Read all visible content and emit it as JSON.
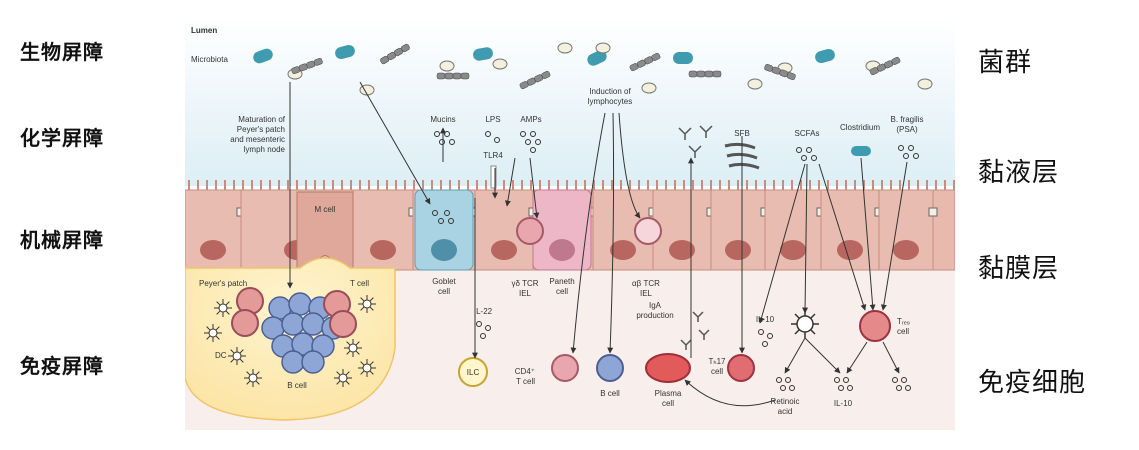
{
  "left_labels": [
    "生物屏障",
    "化学屏障",
    "机械屏障",
    "免疫屏障"
  ],
  "right_labels": [
    "菌群",
    "黏液层",
    "黏膜层",
    "免疫细胞"
  ],
  "diagram": {
    "lumen": "Lumen",
    "microbiota": "Microbiota",
    "maturation": [
      "Maturation of",
      "Peyer's patch",
      "and mesenteric",
      "lymph node"
    ],
    "mucins": "Mucins",
    "lps": "LPS",
    "amps": "AMPs",
    "tlr4": "TLR4",
    "induction": [
      "Induction of",
      "lymphocytes"
    ],
    "sfb": "SFB",
    "scfas": "SCFAs",
    "clostridium": "Clostridium",
    "bfragilis": [
      "B. fragilis",
      "(PSA)"
    ],
    "mcell": "M cell",
    "goblet": [
      "Goblet",
      "cell"
    ],
    "paneth": [
      "Paneth",
      "cell"
    ],
    "iel1": [
      "γδ TCR",
      "IEL"
    ],
    "iel2": [
      "αβ TCR",
      "IEL"
    ],
    "peyers": "Peyer's patch",
    "tcell": "T cell",
    "dc": "DC",
    "bcell_pp": "B cell",
    "il22": "IL-22",
    "ilc": "ILC",
    "cd4": [
      "CD4⁺",
      "T cell"
    ],
    "bcell": "B cell",
    "plasma": [
      "Plasma",
      "cell"
    ],
    "iga": [
      "IgA",
      "production"
    ],
    "th17": [
      "Tₕ17",
      "cell"
    ],
    "il10a": "IL-10",
    "treg": [
      "Tᵣₑ₉",
      "cell"
    ],
    "retinoic": [
      "Retinoic",
      "acid"
    ],
    "il10b": "IL-10"
  }
}
